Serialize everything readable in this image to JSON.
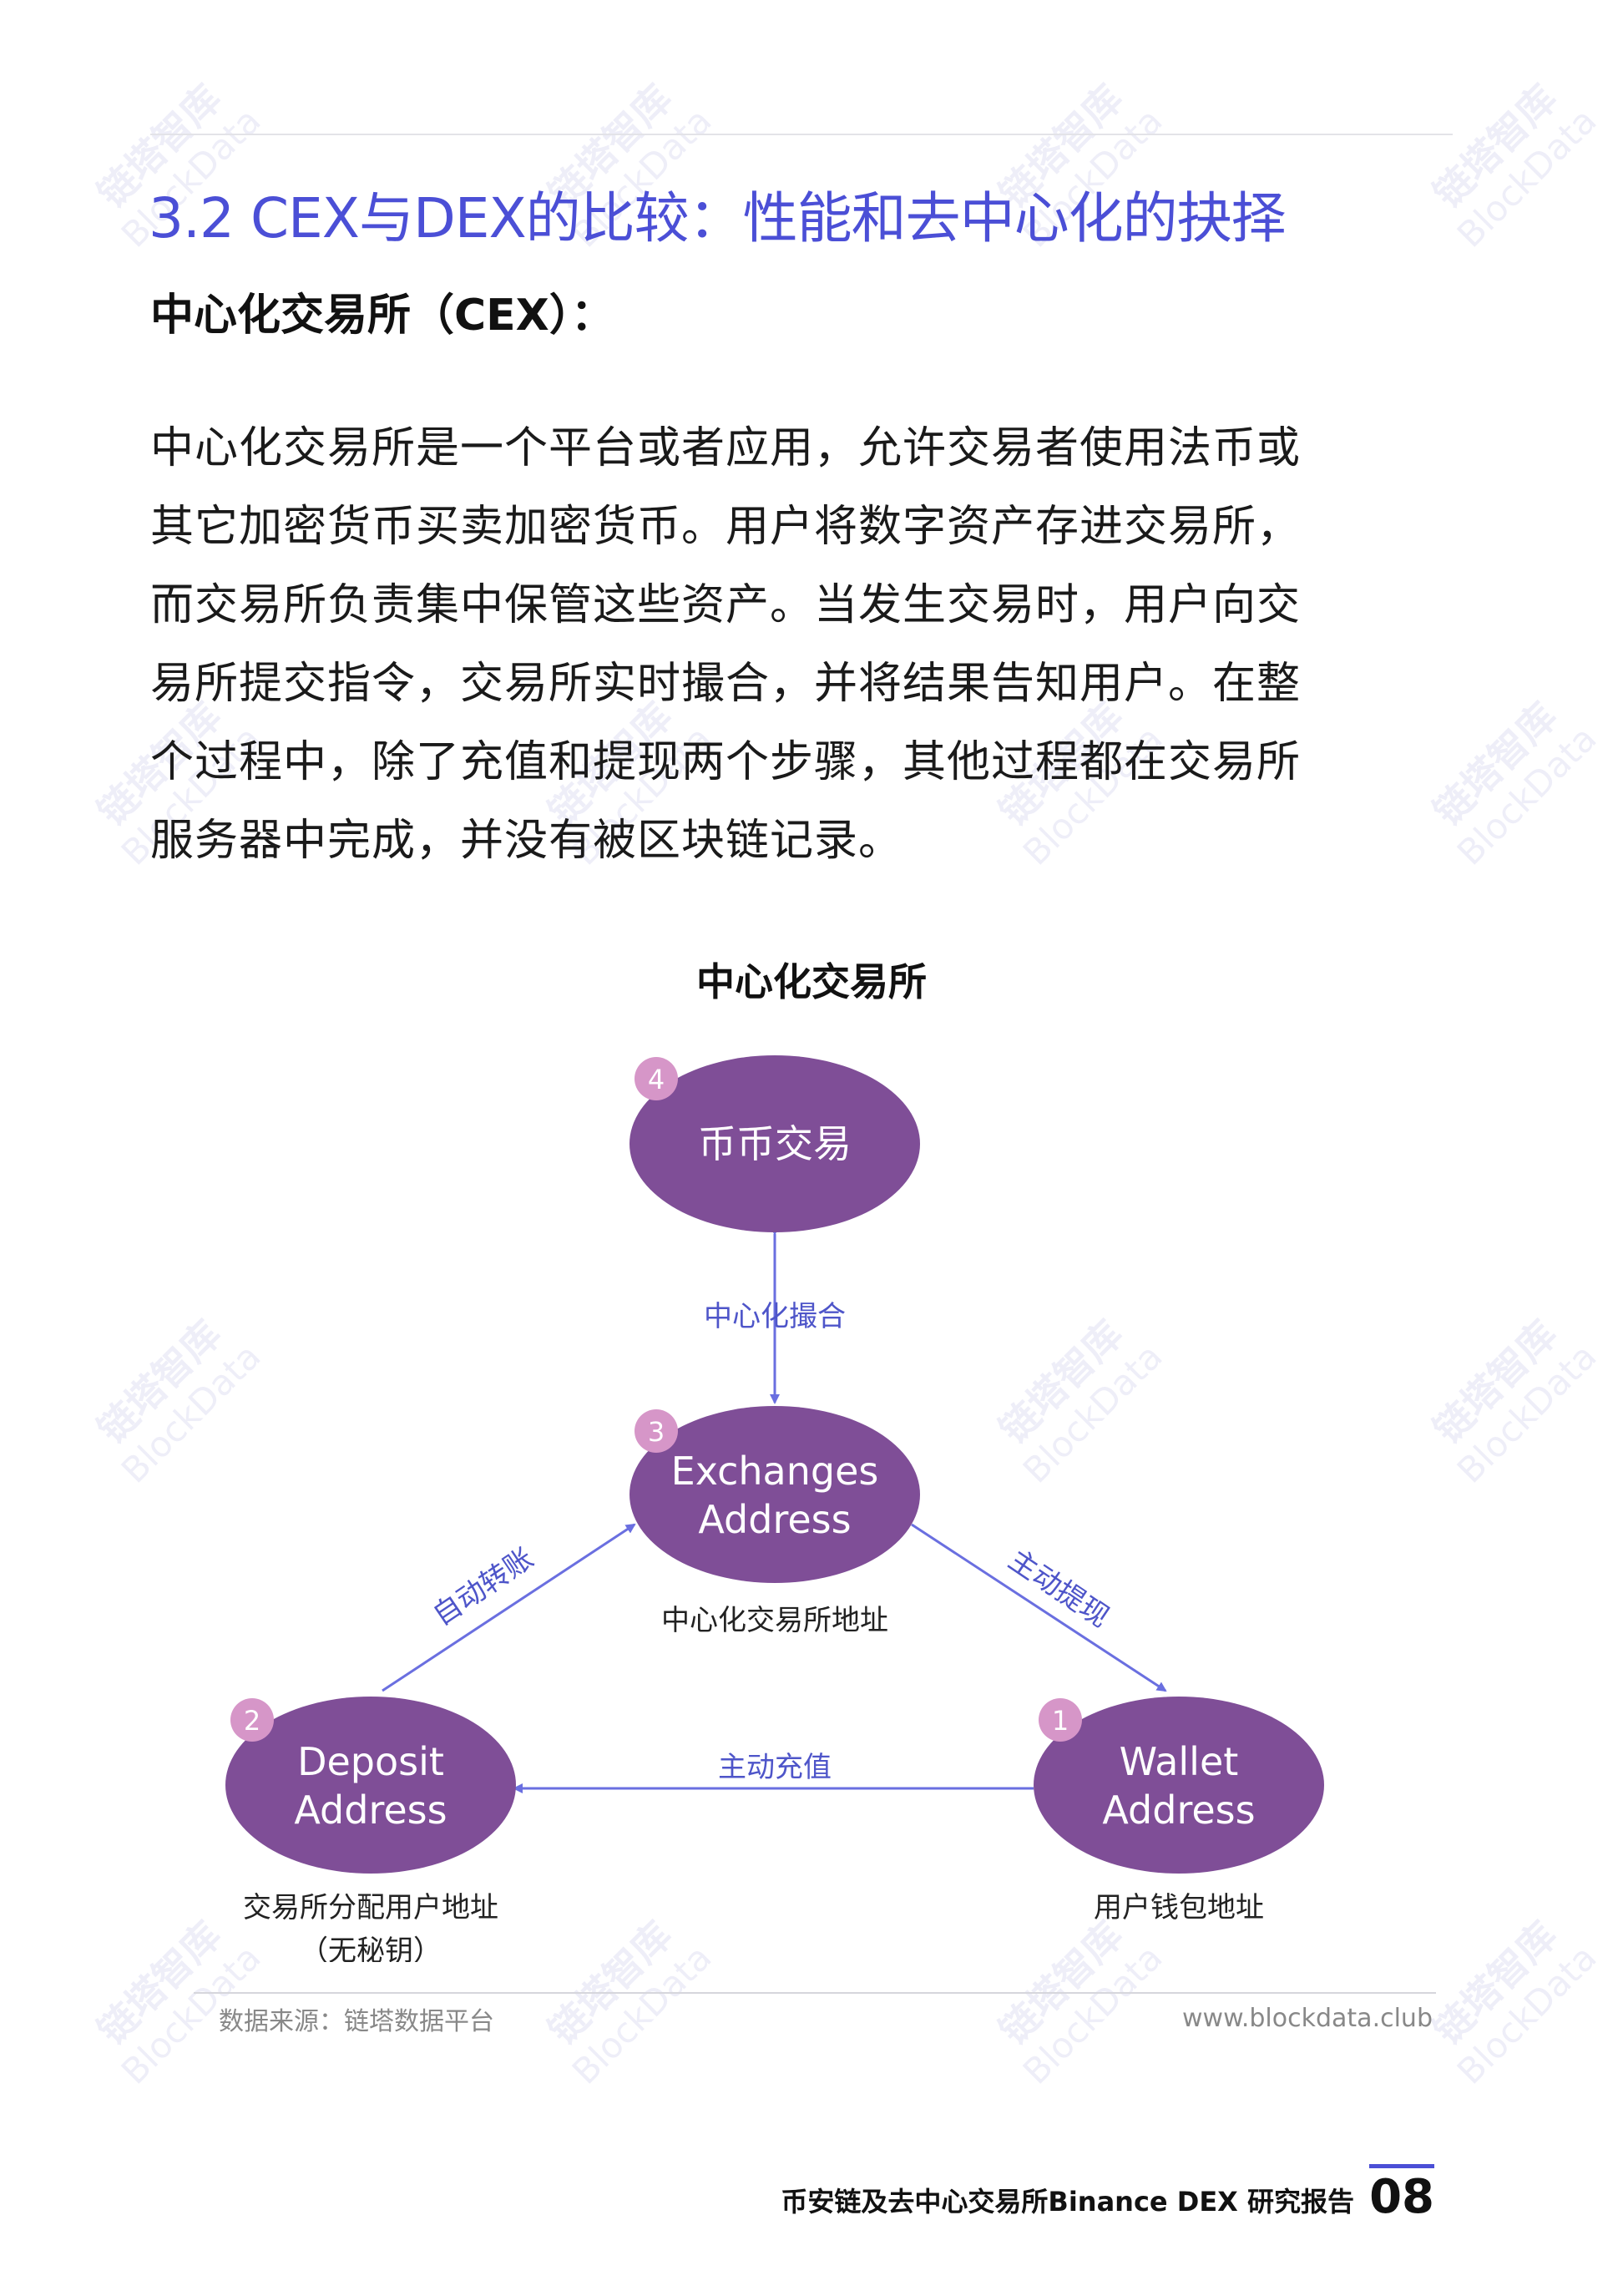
{
  "section_title": "3.2 CEX与DEX的比较：性能和去中心化的抉择",
  "sub_heading": "中心化交易所（CEX）：",
  "body_lines": [
    "中心化交易所是一个平台或者应用，允许交易者使用法币或",
    "其它加密货币买卖加密货币。用户将数字资产存进交易所，",
    "而交易所负责集中保管这些资产。当发生交易时，用户向交",
    "易所提交指令，交易所实时撮合，并将结果告知用户。在整",
    "个过程中，除了充值和提现两个步骤，其他过程都在交易所",
    "服务器中完成，并没有被区块链记录。"
  ],
  "figure": {
    "title": "中心化交易所",
    "nodes": {
      "trade": {
        "badge": "4",
        "label": "币币交易"
      },
      "exchange": {
        "badge": "3",
        "line1": "Exchanges",
        "line2": "Address",
        "caption": "中心化交易所地址"
      },
      "deposit": {
        "badge": "2",
        "line1": "Deposit",
        "line2": "Address",
        "caption1": "交易所分配用户地址",
        "caption2": "（无秘钥）"
      },
      "wallet": {
        "badge": "1",
        "line1": "Wallet",
        "line2": "Address",
        "caption": "用户钱包地址"
      }
    },
    "edges": {
      "matching": "中心化撮合",
      "auto_transfer": "自动转账",
      "withdraw": "主动提现",
      "recharge": "主动充值"
    },
    "colors": {
      "node": "#7f4e97",
      "badge": "#d696c8",
      "arrow": "#6a6fe0",
      "accent": "#4b4fd6"
    }
  },
  "source": "数据来源：链塔数据平台",
  "url": "www.blockdata.club",
  "footer": {
    "report_title": "币安链及去中心交易所Binance DEX 研究报告",
    "page": "08"
  },
  "watermark": {
    "cn": "链塔智库",
    "en": "BlockData"
  }
}
